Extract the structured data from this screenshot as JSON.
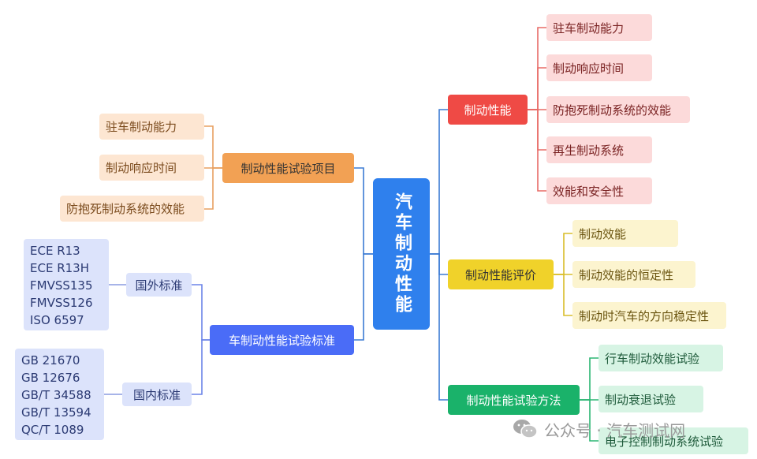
{
  "root": {
    "label": "汽车制动性能"
  },
  "right": [
    {
      "label": "制动性能",
      "leaves": [
        "驻车制动能力",
        "制动响应时间",
        "防抱死制动系统的效能",
        "再生制动系统",
        "效能和安全性"
      ]
    },
    {
      "label": "制动性能评价",
      "leaves": [
        "制动效能",
        "制动效能的恒定性",
        "制动时汽车的方向稳定性"
      ]
    },
    {
      "label": "制动性能试验方法",
      "leaves": [
        "行车制动效能试验",
        "制动衰退试验",
        "电子控制制动系统试验"
      ]
    }
  ],
  "left": {
    "test_items": {
      "label": "制动性能试验项目",
      "leaves": [
        "驻车制动能力",
        "制动响应时间",
        "防抱死制动系统的效能"
      ]
    },
    "standards": {
      "label": "车制动性能试验标准",
      "foreign": {
        "label": "国外标准",
        "items": [
          "ECE R13",
          "ECE R13H",
          "FMVSS135",
          "FMVSS126",
          "ISO 6597"
        ]
      },
      "domestic": {
        "label": "国内标准",
        "items": [
          "GB 21670",
          "GB 12676",
          "GB/T 34588",
          "GB/T 13594",
          "QC/T 1089"
        ]
      }
    }
  },
  "watermark": {
    "text": "公众号 · 汽车测试网",
    "icon": "wechat-icon"
  },
  "colors": {
    "root": "#2f80ed",
    "braking": "#ef4a45",
    "evaluation": "#f0d22a",
    "methods": "#1ab26a",
    "test_items": "#f2a154",
    "standards": "#4a6cf7"
  }
}
